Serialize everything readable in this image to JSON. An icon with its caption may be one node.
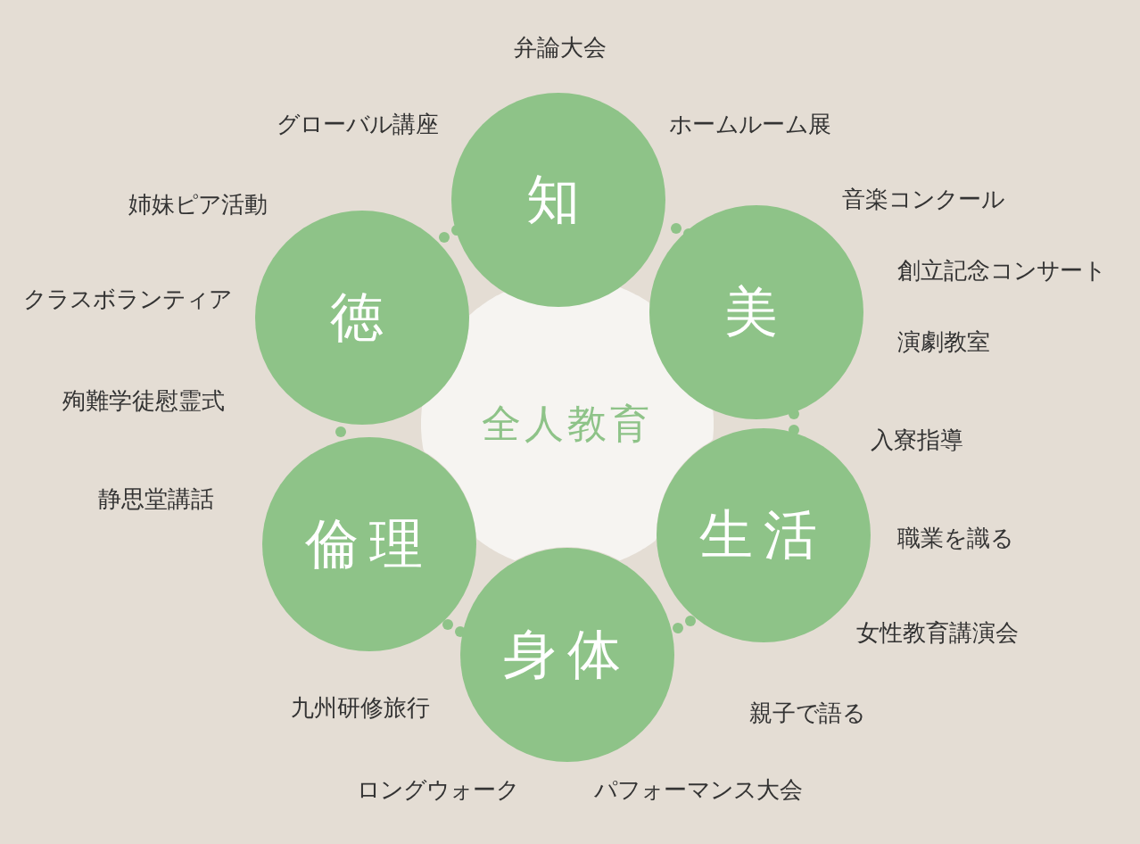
{
  "diagram": {
    "nodes": [
      {
        "text": [
          "全人教育"
        ]
      },
      {
        "text": [
          "知"
        ],
        "beside": [
          "弁論大会",
          "グローバル講座",
          "ホームルーム展"
        ]
      },
      {
        "text": [
          "美"
        ],
        "beside": [
          "音楽コンクール",
          "創立記念コンサート",
          "演劇教室"
        ]
      },
      {
        "text": [
          "生活"
        ],
        "beside": [
          "入寮指導",
          "職業を識る",
          "女性教育講演会"
        ]
      },
      {
        "text": [
          "身体"
        ],
        "beside": [
          "九州研修旅行",
          "親子で語る",
          "ロングウォーク",
          "パフォーマンス大会"
        ]
      },
      {
        "text": [
          "倫理"
        ],
        "beside": [
          "殉難学徒慰霊式",
          "静思堂講話"
        ]
      },
      {
        "text": [
          "徳"
        ],
        "beside": [
          "姉妹ピア活動",
          "クラスボランティア"
        ]
      }
    ]
  }
}
